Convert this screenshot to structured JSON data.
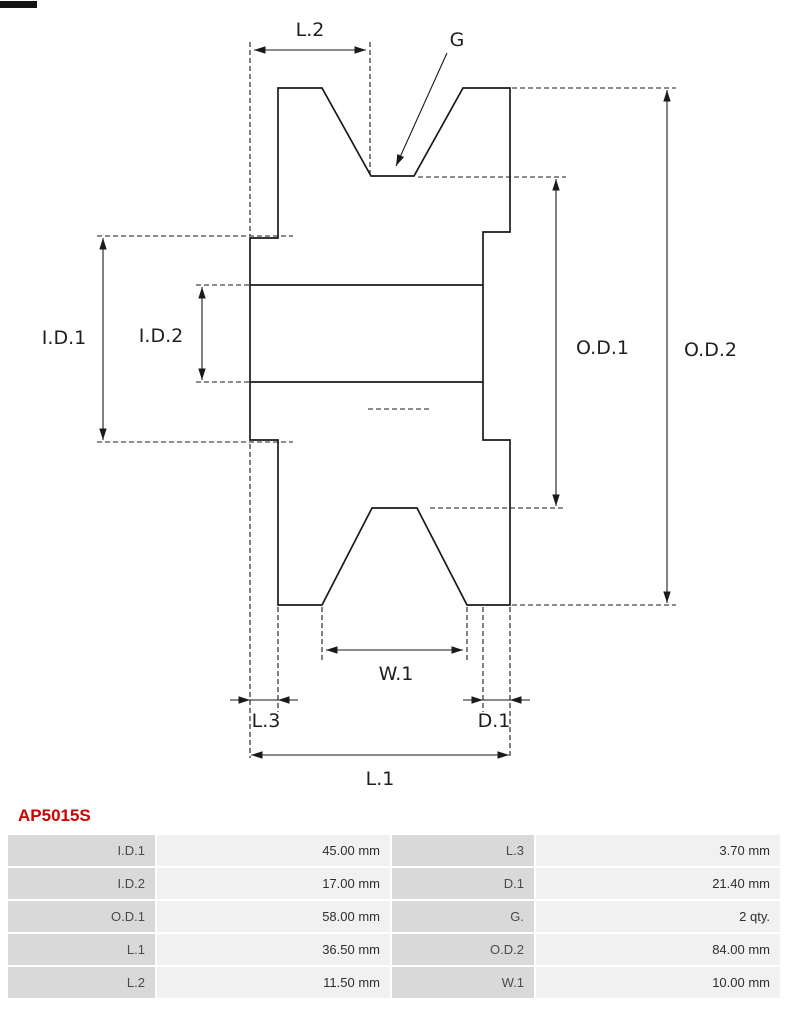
{
  "drawing": {
    "labels": {
      "l2": "L.2",
      "g": "G",
      "id1": "I.D.1",
      "id2": "I.D.2",
      "od1": "O.D.1",
      "od2": "O.D.2",
      "w1": "W.1",
      "l3": "L.3",
      "d1": "D.1",
      "l1": "L.1"
    }
  },
  "part_number": "AP5015S",
  "specs": {
    "rows": [
      {
        "label1": "I.D.1",
        "value1": "45.00 mm",
        "label2": "L.3",
        "value2": "3.70 mm"
      },
      {
        "label1": "I.D.2",
        "value1": "17.00 mm",
        "label2": "D.1",
        "value2": "21.40 mm"
      },
      {
        "label1": "O.D.1",
        "value1": "58.00 mm",
        "label2": "G.",
        "value2": "2 qty."
      },
      {
        "label1": "L.1",
        "value1": "36.50 mm",
        "label2": "O.D.2",
        "value2": "84.00 mm"
      },
      {
        "label1": "L.2",
        "value1": "11.50 mm",
        "label2": "W.1",
        "value2": "10.00 mm"
      }
    ]
  },
  "colors": {
    "accent_red": "#cc0000",
    "line": "#1a1a1a",
    "label_cell_bg": "#d9d9d9",
    "value_cell_bg": "#f1f1f1"
  }
}
